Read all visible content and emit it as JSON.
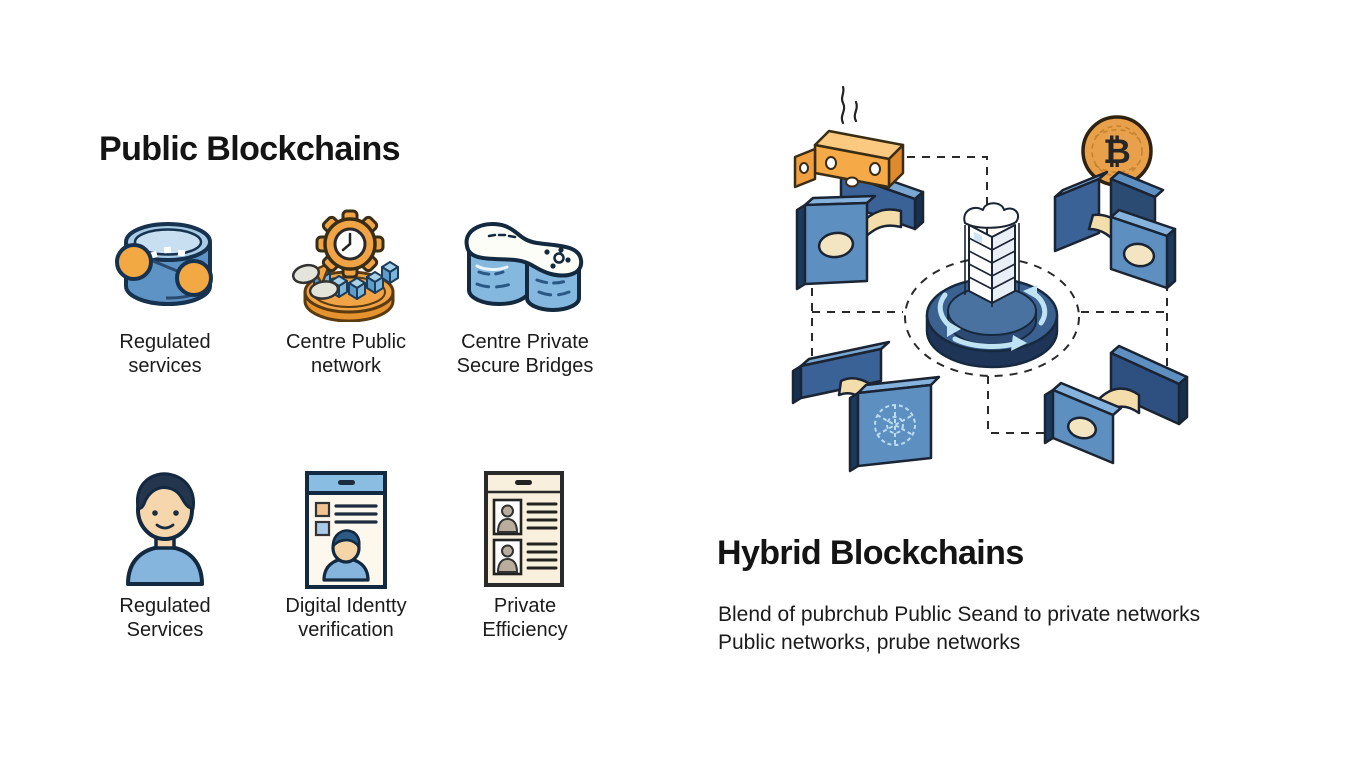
{
  "public_section": {
    "title": "Public Blockchains",
    "items": [
      {
        "label": "Regulated\nservices",
        "icon": "network-barrel-icon"
      },
      {
        "label": "Centre Public\nnetwork",
        "icon": "gear-clock-platform-icon"
      },
      {
        "label": "Centre Private\nSecure Bridges",
        "icon": "linked-cylinders-icon"
      },
      {
        "label": "Regulated\nServices",
        "icon": "person-avatar-icon"
      },
      {
        "label": "Digital Identty\nverification",
        "icon": "id-card-icon"
      },
      {
        "label": "Private\nEfficiency",
        "icon": "document-photos-icon"
      }
    ]
  },
  "hybrid_section": {
    "title": "Hybrid Blockchains",
    "description": "Blend of pubrchub Public Seand to private networks\nPublic networks, prube networks",
    "diagram": {
      "bitcoin_symbol": "₿",
      "icons": [
        "hot-block-icon",
        "bitcoin-coin-icon",
        "central-tower-hub-icon",
        "bridge-panels-icon",
        "gear-panel-icon"
      ]
    }
  },
  "colors": {
    "background": "#ffffff",
    "text": "#1b1b1b",
    "panel_blue": "#5d8fc0",
    "panel_dark_blue": "#24436b",
    "bridge_beige": "#f3ddab",
    "accent_orange": "#f2a843",
    "disc_blue": "#3b6191",
    "arrow_light_blue": "#bfe3f2"
  }
}
